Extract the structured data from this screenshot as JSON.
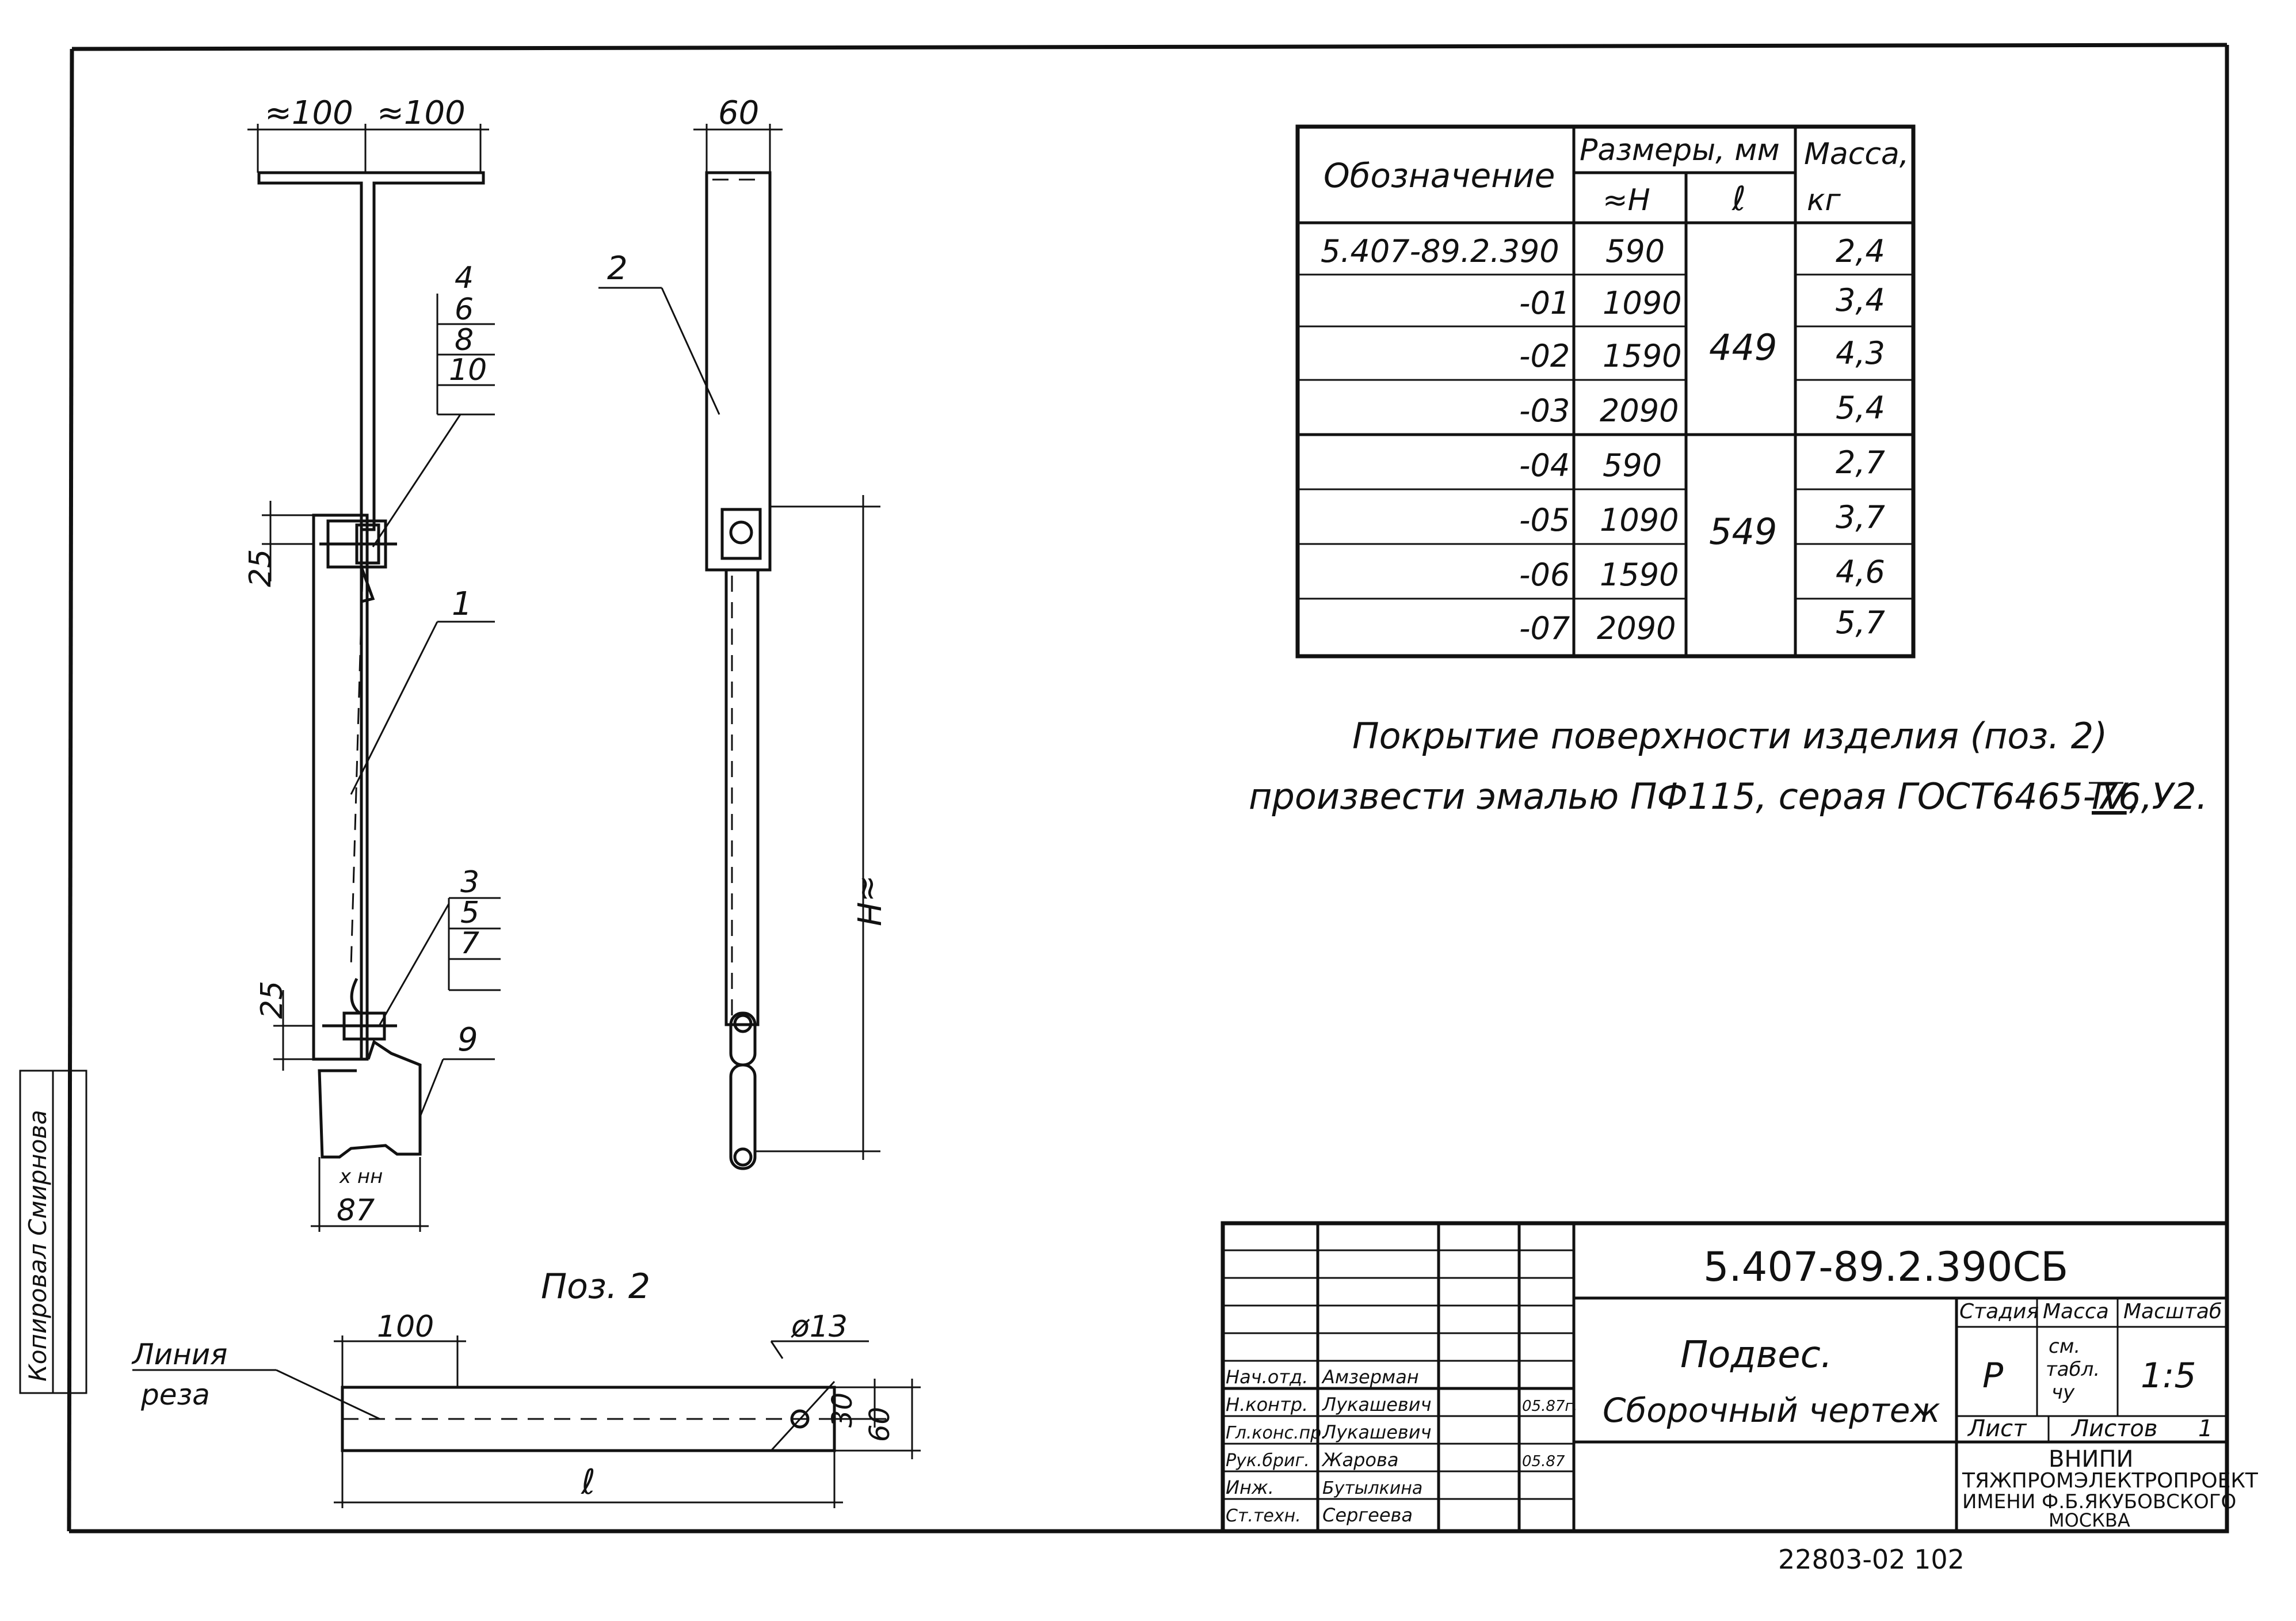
{
  "table": {
    "headers": {
      "designation": "Обозначение",
      "sizes": "Размеры, мм",
      "h": "≈H",
      "l": "ℓ",
      "mass": "Масса,",
      "mass_unit": "кг"
    },
    "rows": [
      {
        "designation": "5.407-89.2.390",
        "h": "590",
        "mass": "2,4"
      },
      {
        "designation": "-01",
        "h": "1090",
        "mass": "3,4"
      },
      {
        "designation": "-02",
        "h": "1590",
        "mass": "4,3"
      },
      {
        "designation": "-03",
        "h": "2090",
        "mass": "5,4"
      },
      {
        "designation": "-04",
        "h": "590",
        "mass": "2,7"
      },
      {
        "designation": "-05",
        "h": "1090",
        "mass": "3,7"
      },
      {
        "designation": "-06",
        "h": "1590",
        "mass": "4,6"
      },
      {
        "designation": "-07",
        "h": "2090",
        "mass": "5,7"
      }
    ],
    "l_groups": [
      "449",
      "549"
    ]
  },
  "note": {
    "line1": "Покрытие поверхности изделия (поз. 2)",
    "line2_a": "произвести эмалью ПФ115, серая ГОСТ6465-76,",
    "line2_b": "IV",
    "line2_c": ", У2."
  },
  "drawing": {
    "dim_100_left": "≈100",
    "dim_100_right": "≈100",
    "dim_60_top": "60",
    "dim_25_a": "25",
    "dim_25_b": "25",
    "dim_87": "87",
    "dim_h": "≈H",
    "pos_1": "1",
    "pos_2": "2",
    "pos_9": "9",
    "callout_a": [
      "4",
      "6",
      "8",
      "10"
    ],
    "callout_b": [
      "3",
      "5",
      "7"
    ],
    "weld_mark": "x нн"
  },
  "detail": {
    "title": "Поз. 2",
    "dim_100": "100",
    "dim_hole": "ø13",
    "dim_30": "30",
    "dim_60": "60",
    "dim_l": "ℓ",
    "cut_line_1": "Линия",
    "cut_line_2": "реза"
  },
  "title_block": {
    "doc_code": "5.407-89.2.390СБ",
    "title_1": "Подвес.",
    "title_2": "Сборочный чертеж",
    "stage_label": "Стадия",
    "mass_label": "Масса",
    "scale_label": "Масштаб",
    "stage": "Р",
    "mass_value_1": "см.",
    "mass_value_2": "табл.",
    "mass_value_3": "чу",
    "scale": "1:5",
    "sheet_label": "Лист",
    "sheets_label": "Листов",
    "sheets": "1",
    "org_1": "ВНИПИ",
    "org_2": "ТЯЖПРОМЭЛЕКТРОПРОЕКТ",
    "org_3": "ИМЕНИ Ф.Б.ЯКУБОВСКОГО",
    "org_4": "МОСКВА",
    "roles": [
      "Нач.отд.",
      "Н.контр.",
      "Гл.конс.пр.",
      "Рук.бриг.",
      "Инж.",
      "Ст.техн."
    ],
    "names": [
      "Амзерман",
      "Лукашевич",
      "Лукашевич",
      "Жарова",
      "Бутылкина",
      "Сергеева"
    ],
    "date_1": "05.87г.",
    "date_2": "05.87"
  },
  "side_stamp": "Копировал Смирнова",
  "footer_number": "22803-02 102"
}
